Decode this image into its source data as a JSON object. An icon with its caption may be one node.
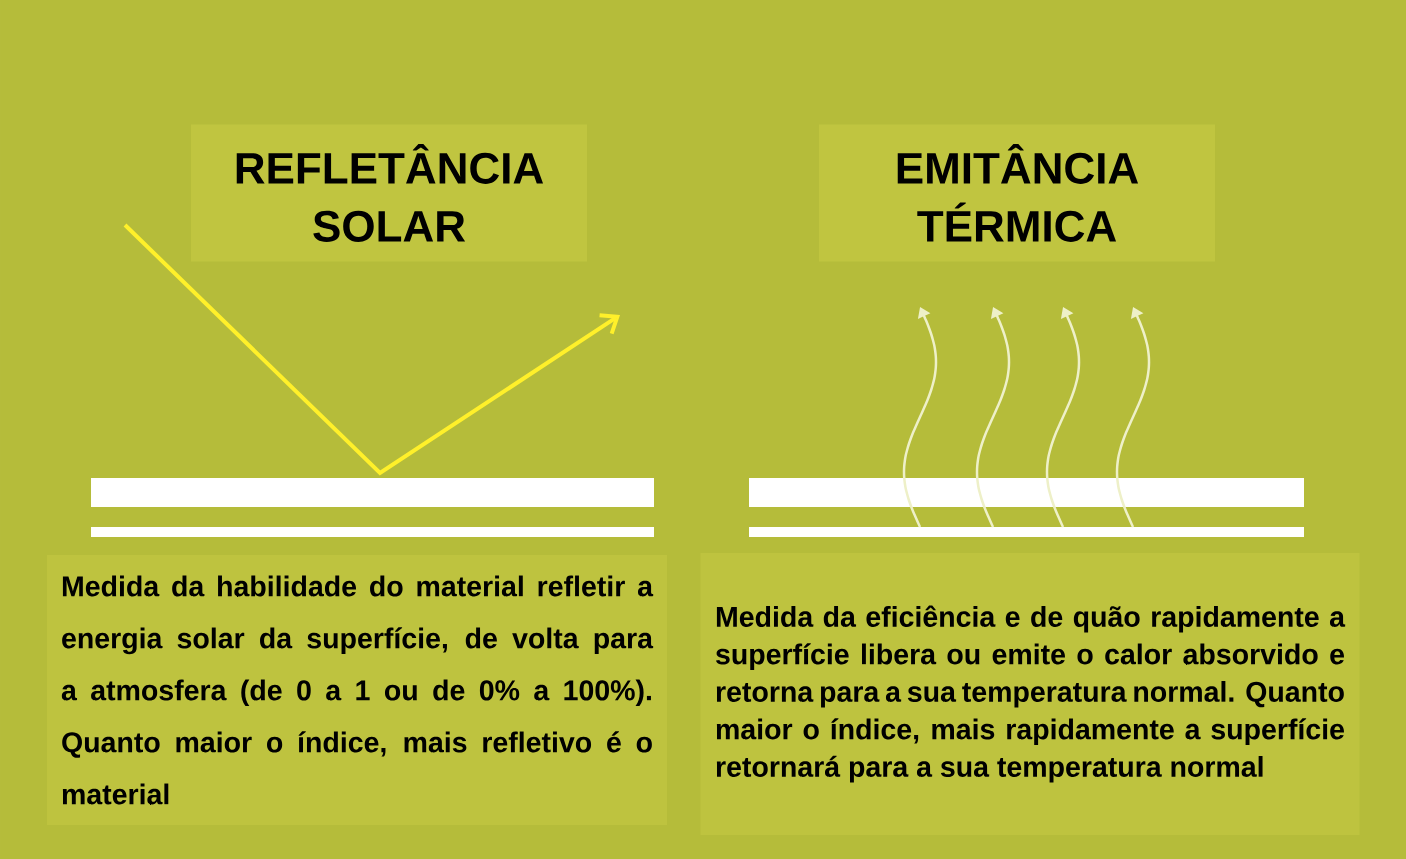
{
  "diagram": {
    "nodes": [
      {
        "text": [
          "REFLETÂNCIA SOLAR"
        ]
      },
      {
        "text": [
          "EMITÂNCIA TÉRMICA"
        ]
      },
      {
        "text": [
          "Medida da habilidade do material refletir a energia solar da superfície, de volta para a atmosfera (de 0 a 1 ou de 0% a 100%). Quanto maior o índice, mais refletivo é o material"
        ]
      },
      {
        "text": [
          "Medida da eficiência e de quão rapidamente a superfície libera ou emite o calor absorvido e retorna para a sua temperatura normal. Quanto maior o índice, mais rapidamente a superfície retornará para a sua temperatura normal"
        ]
      }
    ]
  }
}
